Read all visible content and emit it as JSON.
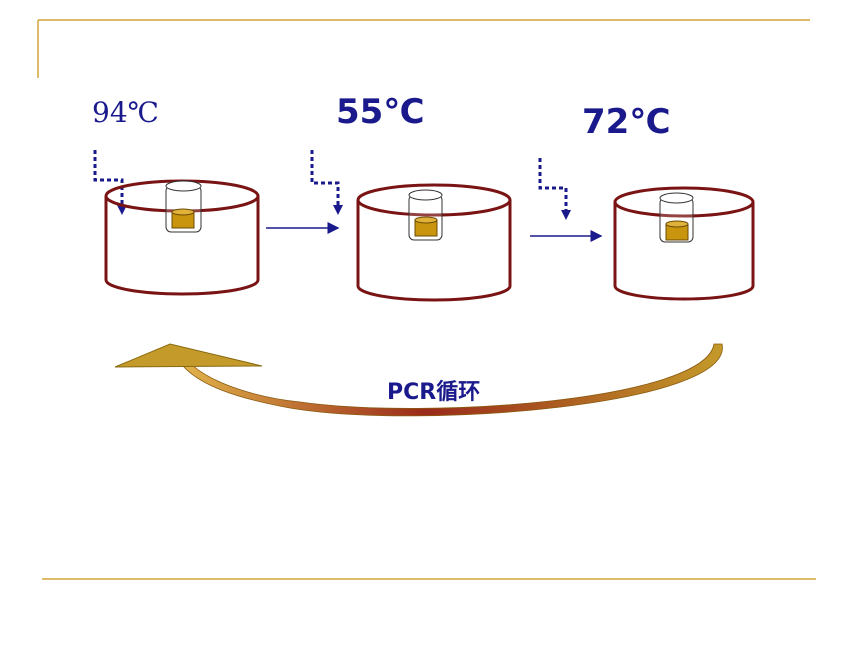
{
  "steps": [
    {
      "temp": "94℃"
    },
    {
      "temp": "55℃"
    },
    {
      "temp": "72℃"
    }
  ],
  "cycle_label": "PCR循环",
  "colors": {
    "accent_line": "#d4a43a",
    "bath_outline": "#7a1414",
    "arrow": "#1a1a8c",
    "tube_liquid": "#c9940e",
    "cycle_arrow": "#c49a2a"
  }
}
